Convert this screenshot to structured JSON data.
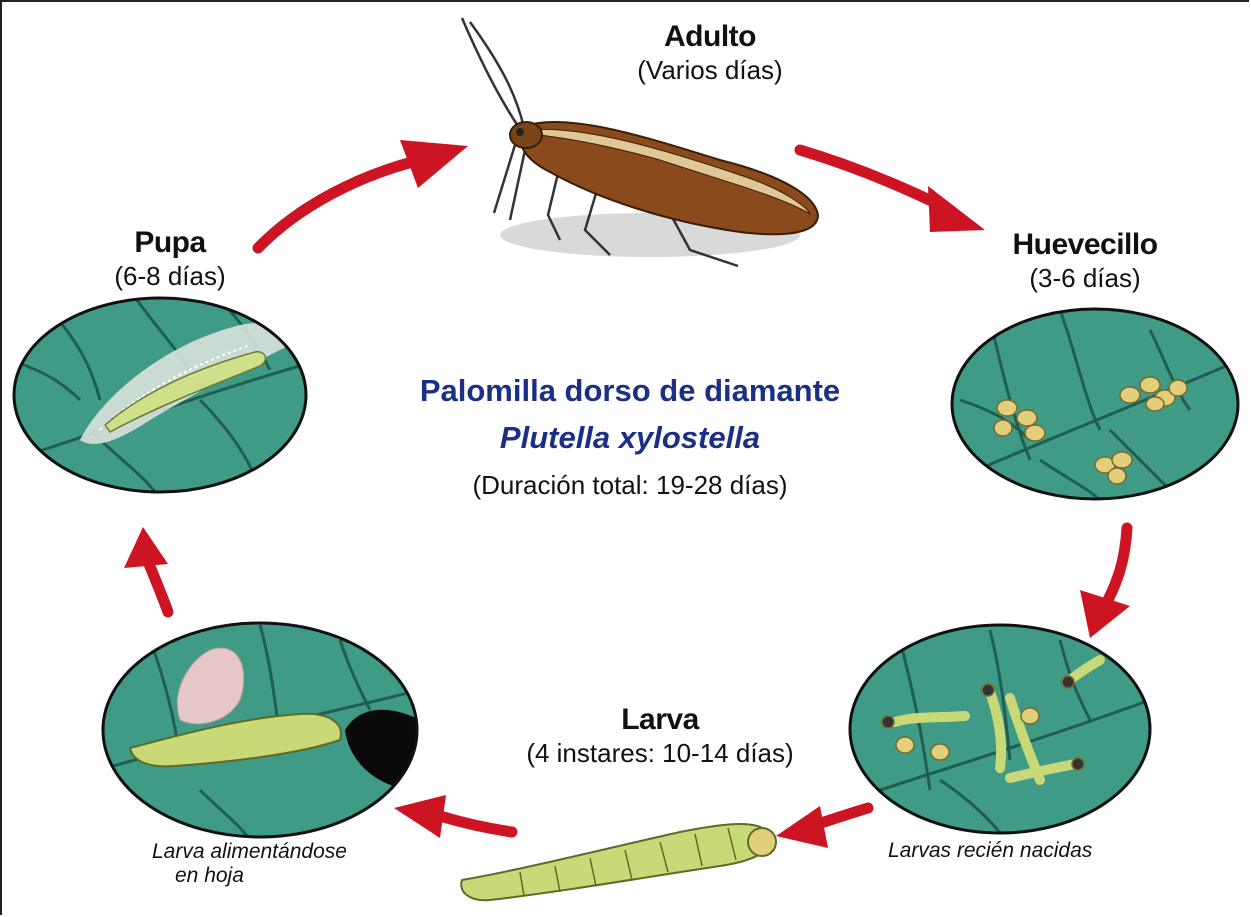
{
  "title": {
    "common_name": "Palomilla dorso de diamante",
    "scientific_name": "Plutella xylostella",
    "total_duration": "(Duración total: 19-28 días)"
  },
  "stages": {
    "adult": {
      "name": "Adulto",
      "duration": "(Varios días)"
    },
    "egg": {
      "name": "Huevecillo",
      "duration": "(3-6 días)"
    },
    "larva": {
      "name": "Larva",
      "duration": "(4 instares: 10-14 días)"
    },
    "pupa": {
      "name": "Pupa",
      "duration": "(6-8 días)"
    }
  },
  "captions": {
    "hatchlings": "Larvas recién nacidas",
    "feeding_line1": "Larva alimentándose",
    "feeding_line2": "en hoja"
  },
  "colors": {
    "arrow": "#cc1422",
    "leaf": "#3f9a86",
    "leaf_vein": "#1f5e50",
    "title_blue": "#1a2f86",
    "larva": "#c9d978",
    "egg": "#e2cf7c",
    "moth": "#8a4a1c"
  }
}
